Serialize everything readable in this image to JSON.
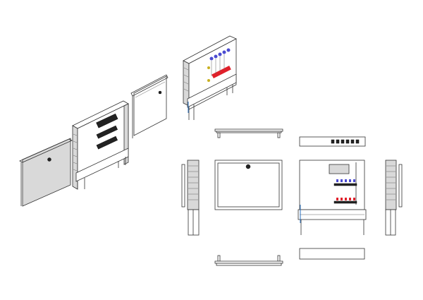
{
  "drawing": {
    "colors": {
      "line": "#333333",
      "panel_fill": "#d9d9d9",
      "supply_valves": "#e0202a",
      "return_valves": "#4a4ad0",
      "fittings_brass": "#c8b020",
      "accent_blue": "#2a70c0"
    },
    "views": [
      "isometric-door-closed",
      "isometric-box-black-manifold",
      "isometric-door",
      "isometric-box-color-manifold",
      "top-view-door",
      "top-view-box",
      "front-view-door",
      "front-view-box",
      "left-side-view",
      "right-side-view",
      "bottom-view-door",
      "bottom-view-box"
    ]
  }
}
